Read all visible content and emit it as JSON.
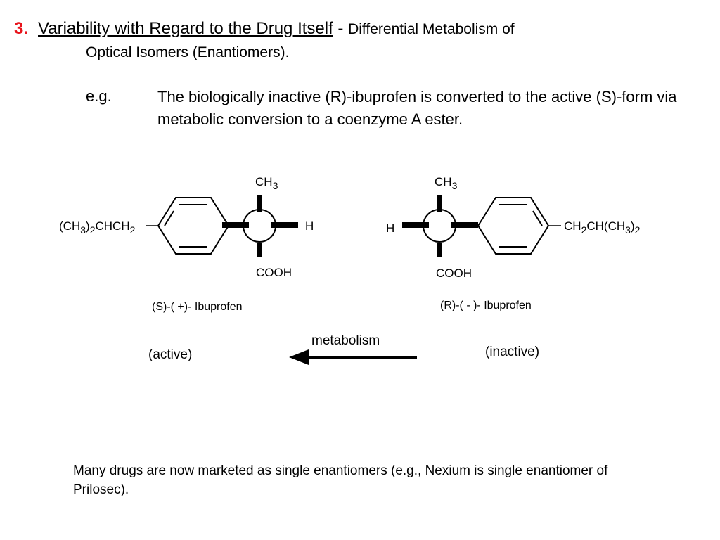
{
  "heading": {
    "number": "3.",
    "title": "Variability with Regard to the Drug Itself",
    "dash": " - ",
    "subtitle": "Differential Metabolism of",
    "line2": "Optical  Isomers (Enantiomers)."
  },
  "example": {
    "label": "e.g.",
    "text": "The biologically inactive (R)-ibuprofen is converted  to the active (S)-form via metabolic conversion to a coenzyme A ester."
  },
  "s_molecule": {
    "top_group": "CH",
    "top_sub": "3",
    "bottom_group": "COOH",
    "right_group": "H",
    "left_p1": "(CH",
    "left_s1": "3",
    "left_p2": ")",
    "left_s2": "2",
    "left_p3": "CHCH",
    "left_s3": "2",
    "name": "(S)-( +)- Ibuprofen",
    "activity": "(active)"
  },
  "r_molecule": {
    "top_group": "CH",
    "top_sub": "3",
    "bottom_group": "COOH",
    "left_group": "H",
    "right_p1": "CH",
    "right_s1": "2",
    "right_p2": "CH(CH",
    "right_s2": "3",
    "right_p3": ")",
    "right_s3": "2",
    "name": "(R)-( - )- Ibuprofen",
    "activity": "(inactive)"
  },
  "conversion": {
    "label": "metabolism"
  },
  "note": "Many drugs are now marketed as single enantiomers (e.g., Nexium is single enantiomer of Prilosec)."
}
